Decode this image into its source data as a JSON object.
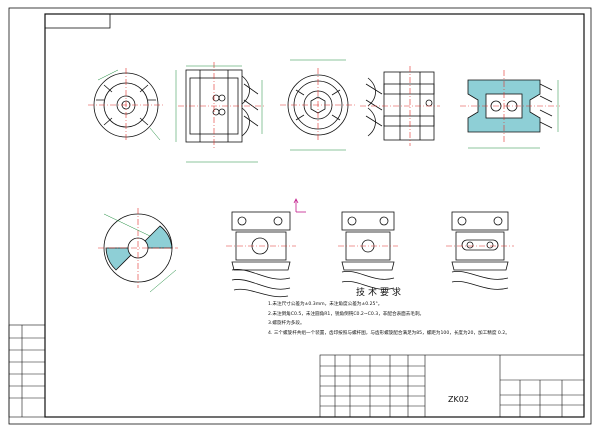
{
  "title_block": {
    "drawing_number": "ZK02"
  },
  "technical_requirements": {
    "heading": "技术要求",
    "lines": [
      "1.未注尺寸公差为±0.3mm，未注角度公差为±0.25°。",
      "2.未注倒角C0.5，未注圆角R1，锐角倒钝C0.2~C0.3，非配合表面去毛刺。",
      "3.螺旋杆为多段。",
      "4.     三个螺旋杆共组一个装置，齿印按照与螺杆图，与齿形螺旋配合满足为85，螺距为100，长度为20，加工精度 0.2。"
    ]
  },
  "colors": {
    "line": "#111111",
    "center_line": "#e0302a",
    "dimension": "#1a8a3a",
    "section_fill": "#8ecfd6",
    "axis_marker": "#c2188a"
  }
}
